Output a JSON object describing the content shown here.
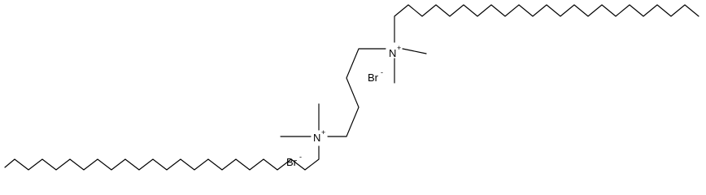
{
  "molecule": {
    "atoms": {
      "nitrogen_top": {
        "symbol": "N",
        "charge": "+"
      },
      "nitrogen_bottom": {
        "symbol": "N",
        "charge": "+"
      },
      "bromide_top": {
        "symbol": "Br",
        "charge": "-"
      },
      "bromide_bottom": {
        "symbol": "Br",
        "charge": "-"
      }
    }
  }
}
